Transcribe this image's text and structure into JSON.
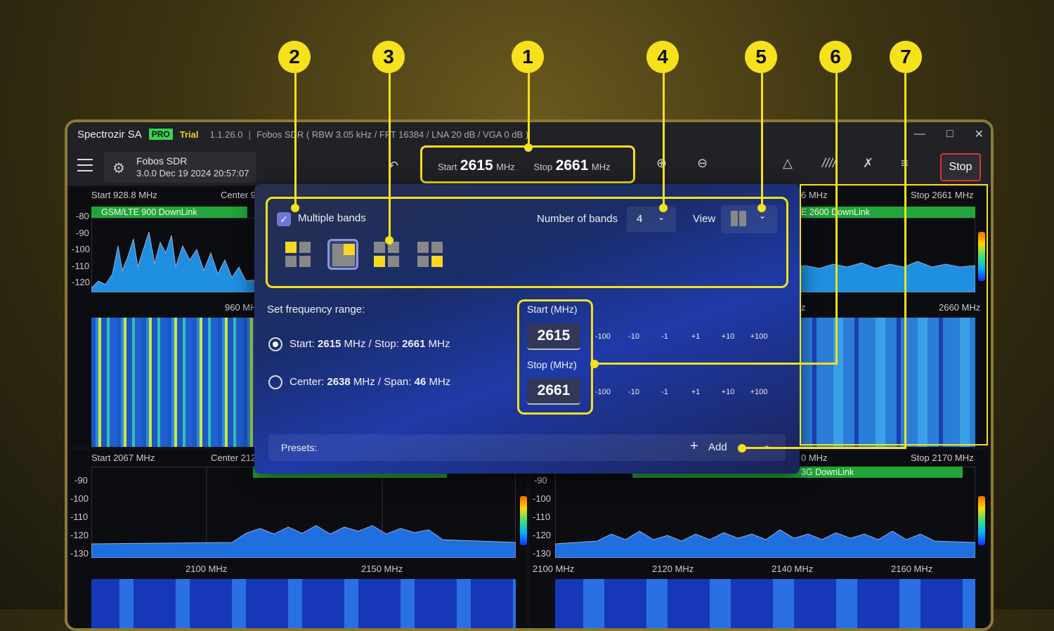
{
  "callouts": [
    "1",
    "2",
    "3",
    "4",
    "5",
    "6",
    "7"
  ],
  "titlebar": {
    "app": "Spectrozir SA",
    "pro": "PRO",
    "trial": "Trial",
    "version": "1.1.26.0",
    "sep": "|",
    "device_info": "Fobos SDR  ( RBW 3.05 kHz / FFT 16384 / LNA 20 dB / VGA 0 dB )",
    "minimize_icon": "minimize-icon",
    "maximize_icon": "maximize-icon",
    "close_icon": "close-icon"
  },
  "toolbar": {
    "device_name": "Fobos SDR",
    "device_version": "3.0.0 Dec 19 2024 20:57:07",
    "start_label": "Start",
    "start_value": "2615",
    "stop_label": "Stop",
    "stop_value": "2661",
    "unit": "MHz",
    "stop_button": "Stop"
  },
  "panels": {
    "top_left": {
      "start": "Start 928.8 MHz",
      "center": "Center 9",
      "band": "GSM/LTE 900 DownLink",
      "y_ticks": [
        "-80",
        "-90",
        "-100",
        "-110",
        "-120"
      ],
      "x_tick": "960 MH"
    },
    "top_right": {
      "start_partial": "6 MHz",
      "stop": "Stop 2661 MHz",
      "band": "E 2600 DownLink",
      "x_tick": "2660 MHz",
      "x_tick_left": "z"
    },
    "bottom_left": {
      "start": "Start 2067 MHz",
      "center": "Center 212",
      "y_ticks": [
        "-90",
        "-100",
        "-110",
        "-120",
        "-130"
      ],
      "x_ticks": [
        "2100 MHz",
        "2150 MHz"
      ]
    },
    "bottom_right": {
      "start_partial": "0 MHz",
      "stop": "Stop 2170 MHz",
      "band": "3G DownLink",
      "y_ticks": [
        "-90",
        "-100",
        "-110",
        "-120",
        "-130"
      ],
      "x_ticks": [
        "2100 MHz",
        "2120 MHz",
        "2140 MHz",
        "2160 MHz"
      ]
    }
  },
  "popup": {
    "multiple_bands": "Multiple bands",
    "multiple_checked": true,
    "number_of_bands_label": "Number of bands",
    "number_of_bands": "4",
    "view_label": "View",
    "set_range": "Set frequency range:",
    "mode1_a": "Start: ",
    "mode1_b": "2615",
    "mode1_c": " MHz / Stop: ",
    "mode1_d": "2661",
    "mode1_e": " MHz",
    "mode2_a": "Center: ",
    "mode2_b": "2638",
    "mode2_c": " MHz / Span: ",
    "mode2_d": "46",
    "mode2_e": " MHz",
    "start_label": "Start (MHz)",
    "start_value": "2615",
    "stop_label": "Stop (MHz)",
    "stop_value": "2661",
    "steps": [
      "-100",
      "-10",
      "-1",
      "+1",
      "+10",
      "+100"
    ],
    "presets": "Presets:",
    "add": "Add"
  },
  "colors": {
    "highlight": "#f5e11c",
    "band_green": "#22a53a",
    "stop_border": "#e03030"
  }
}
